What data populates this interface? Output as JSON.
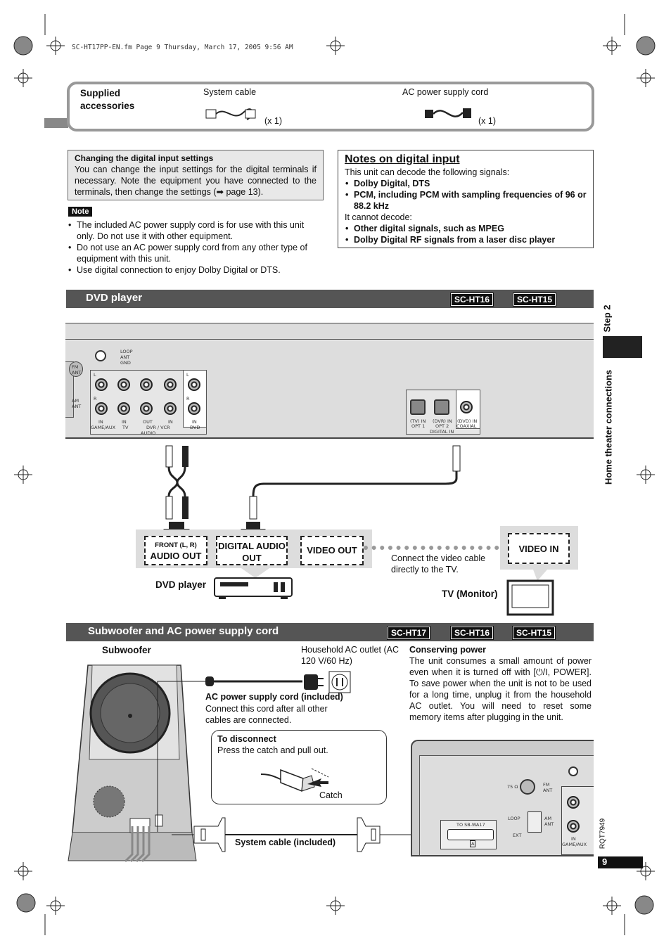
{
  "print_header": "SC-HT17PP-EN.fm  Page 9  Thursday, March 17, 2005  9:56 AM",
  "accessories": {
    "title": "Supplied accessories",
    "system_cable_label": "System cable",
    "system_cable_qty": "(x 1)",
    "ac_cord_label": "AC power supply cord",
    "ac_cord_qty": "(x 1)"
  },
  "changing_digital": {
    "title": "Changing the digital input settings",
    "body": "You can change the input settings for the digital terminals if necessary. Note the equipment you have connected to the terminals, then change the settings (➡ page 13)."
  },
  "note": {
    "label": "Note",
    "items": [
      "The included AC power supply cord is for use with this unit only. Do not use it with other equipment.",
      "Do not use an AC power supply cord from any other type of equipment with this unit.",
      "Use digital connection to enjoy Dolby Digital or DTS."
    ]
  },
  "notes_digital": {
    "title": "Notes on digital input",
    "intro": "This unit can decode the following signals:",
    "can": [
      "Dolby Digital, DTS",
      "PCM, including PCM with sampling frequencies of 96 or 88.2 kHz"
    ],
    "cannot_intro": "It cannot decode:",
    "cannot": [
      "Other digital signals, such as MPEG",
      "Dolby Digital RF signals from a laser disc player"
    ]
  },
  "dvd_section": {
    "title": "DVD player",
    "badges": [
      "SC-HT16",
      "SC-HT15"
    ],
    "panel_labels": {
      "loop_ant_gnd": "LOOP ANT GND",
      "fm_ant": "FM ANT",
      "am_ant": "AM ANT",
      "game_aux": "GAME/AUX",
      "tv": "TV",
      "dvr_vcr": "DVR / VCR",
      "dvd": "DVD",
      "audio": "AUDIO",
      "in": "IN",
      "out": "OUT",
      "tv_in": "(TV) IN",
      "dvr_in": "(DVR) IN",
      "dvd_in": "(DVD) IN",
      "opt1": "OPT 1",
      "opt2": "OPT 2",
      "coaxial": "COAXIAL",
      "digital_in": "DIGITAL IN",
      "l": "L",
      "r": "R"
    },
    "front_small": "FRONT (L, R)",
    "audio_out": "AUDIO OUT",
    "digital_audio_out": "DIGITAL AUDIO OUT",
    "video_out": "VIDEO OUT",
    "video_in": "VIDEO IN",
    "video_note": "Connect the video cable directly to the TV.",
    "dvd_player_label": "DVD player",
    "tv_label": "TV (Monitor)"
  },
  "sub_section": {
    "title": "Subwoofer and AC power supply cord",
    "badges": [
      "SC-HT17",
      "SC-HT16",
      "SC-HT15"
    ],
    "subwoofer_label": "Subwoofer",
    "outlet_label": "Household AC outlet (AC 120 V/60 Hz)",
    "ac_cord_title": "AC power supply cord (included)",
    "ac_cord_body": "Connect this cord after all other cables are connected.",
    "disconnect_title": "To disconnect",
    "disconnect_body": "Press the catch and pull out.",
    "catch_label": "Catch",
    "system_cable_label": "System cable (included)",
    "conserving_title": "Conserving power",
    "conserving_body": "The unit consumes a small amount of power even when it is turned off with [⏻/I, POWER]. To save power when the unit is not to be used for a long time, unplug it from the household AC outlet. You will need to reset some memory items after plugging in the unit.",
    "to_sbwa17": "TO SB-WA17",
    "a_marker": "A",
    "ohm": "75 Ω",
    "loop": "LOOP",
    "ext": "EXT",
    "fm_ant": "FM ANT",
    "am_ant": "AM ANT",
    "in": "IN",
    "game_aux": "GAME/AUX"
  },
  "side_tab": {
    "step": "Step 2",
    "section": "Home theater connections"
  },
  "page_number": "9",
  "doc_code": "RQT7949"
}
